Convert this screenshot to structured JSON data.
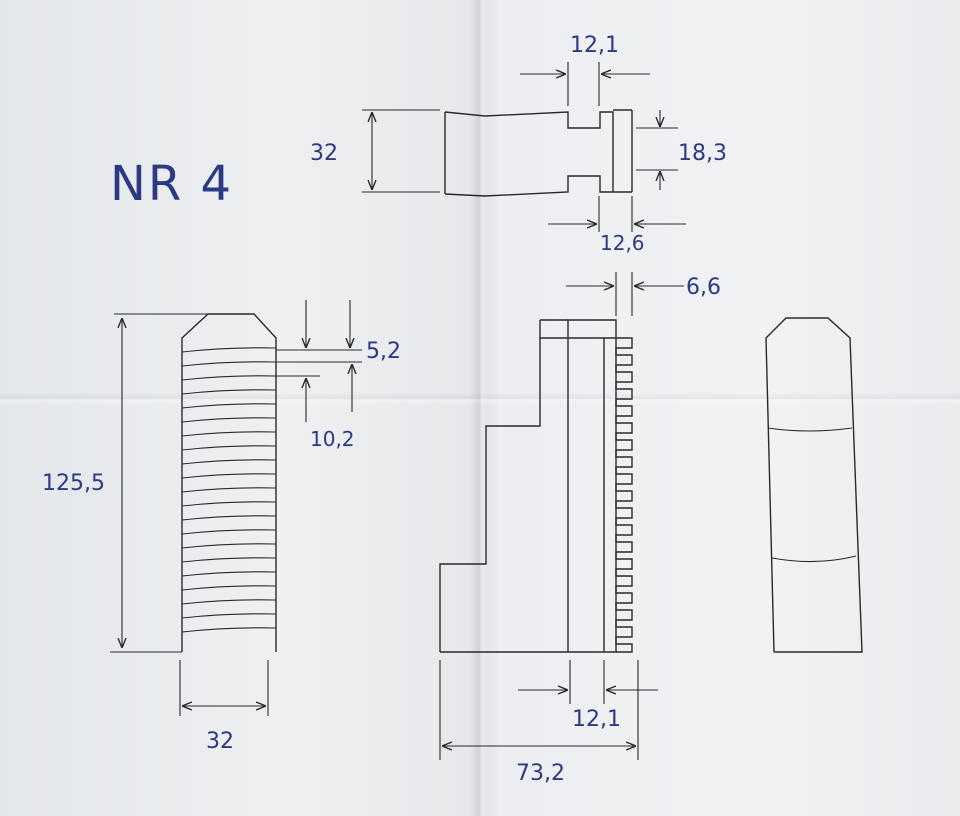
{
  "title": "NR 4",
  "dimensions": {
    "top_width": "12,1",
    "top_height": "32",
    "top_right": "18,3",
    "top_bottom": "12,6",
    "tooth_pitch": "6,6",
    "groove_a": "5,2",
    "groove_b": "10,2",
    "total_height": "125,5",
    "left_width": "32",
    "jaw_gap": "12,1",
    "jaw_width": "73,2"
  },
  "colors": {
    "paper": "#e9ebee",
    "ink": "#2a2a2e",
    "pen": "#2b3a82"
  }
}
